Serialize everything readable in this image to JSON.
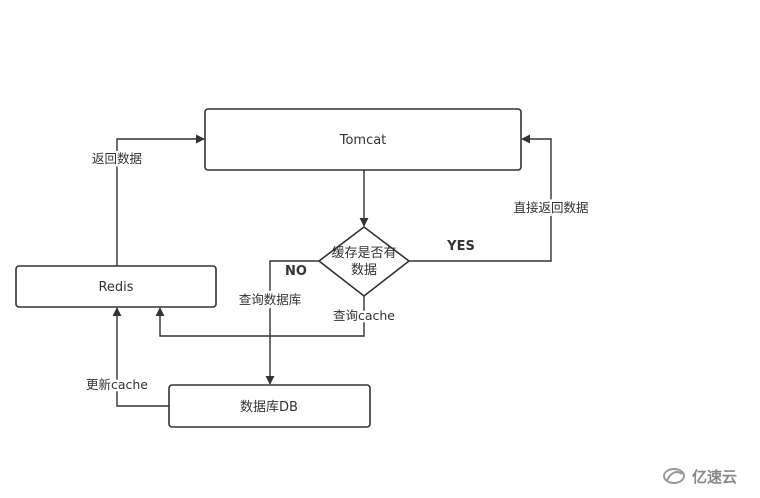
{
  "nodes": {
    "tomcat": "Tomcat",
    "redis": "Redis",
    "database": "数据库DB",
    "decision_line1": "缓存是否有",
    "decision_line2": "数据"
  },
  "edge_labels": {
    "redis_to_tomcat": "返回数据",
    "decision_yes": "YES",
    "yes_to_tomcat": "直接返回数据",
    "decision_no": "NO",
    "no_to_db": "查询数据库",
    "decision_to_redis": "查询cache",
    "db_to_redis": "更新cache"
  },
  "watermark": {
    "text": "亿速云"
  }
}
